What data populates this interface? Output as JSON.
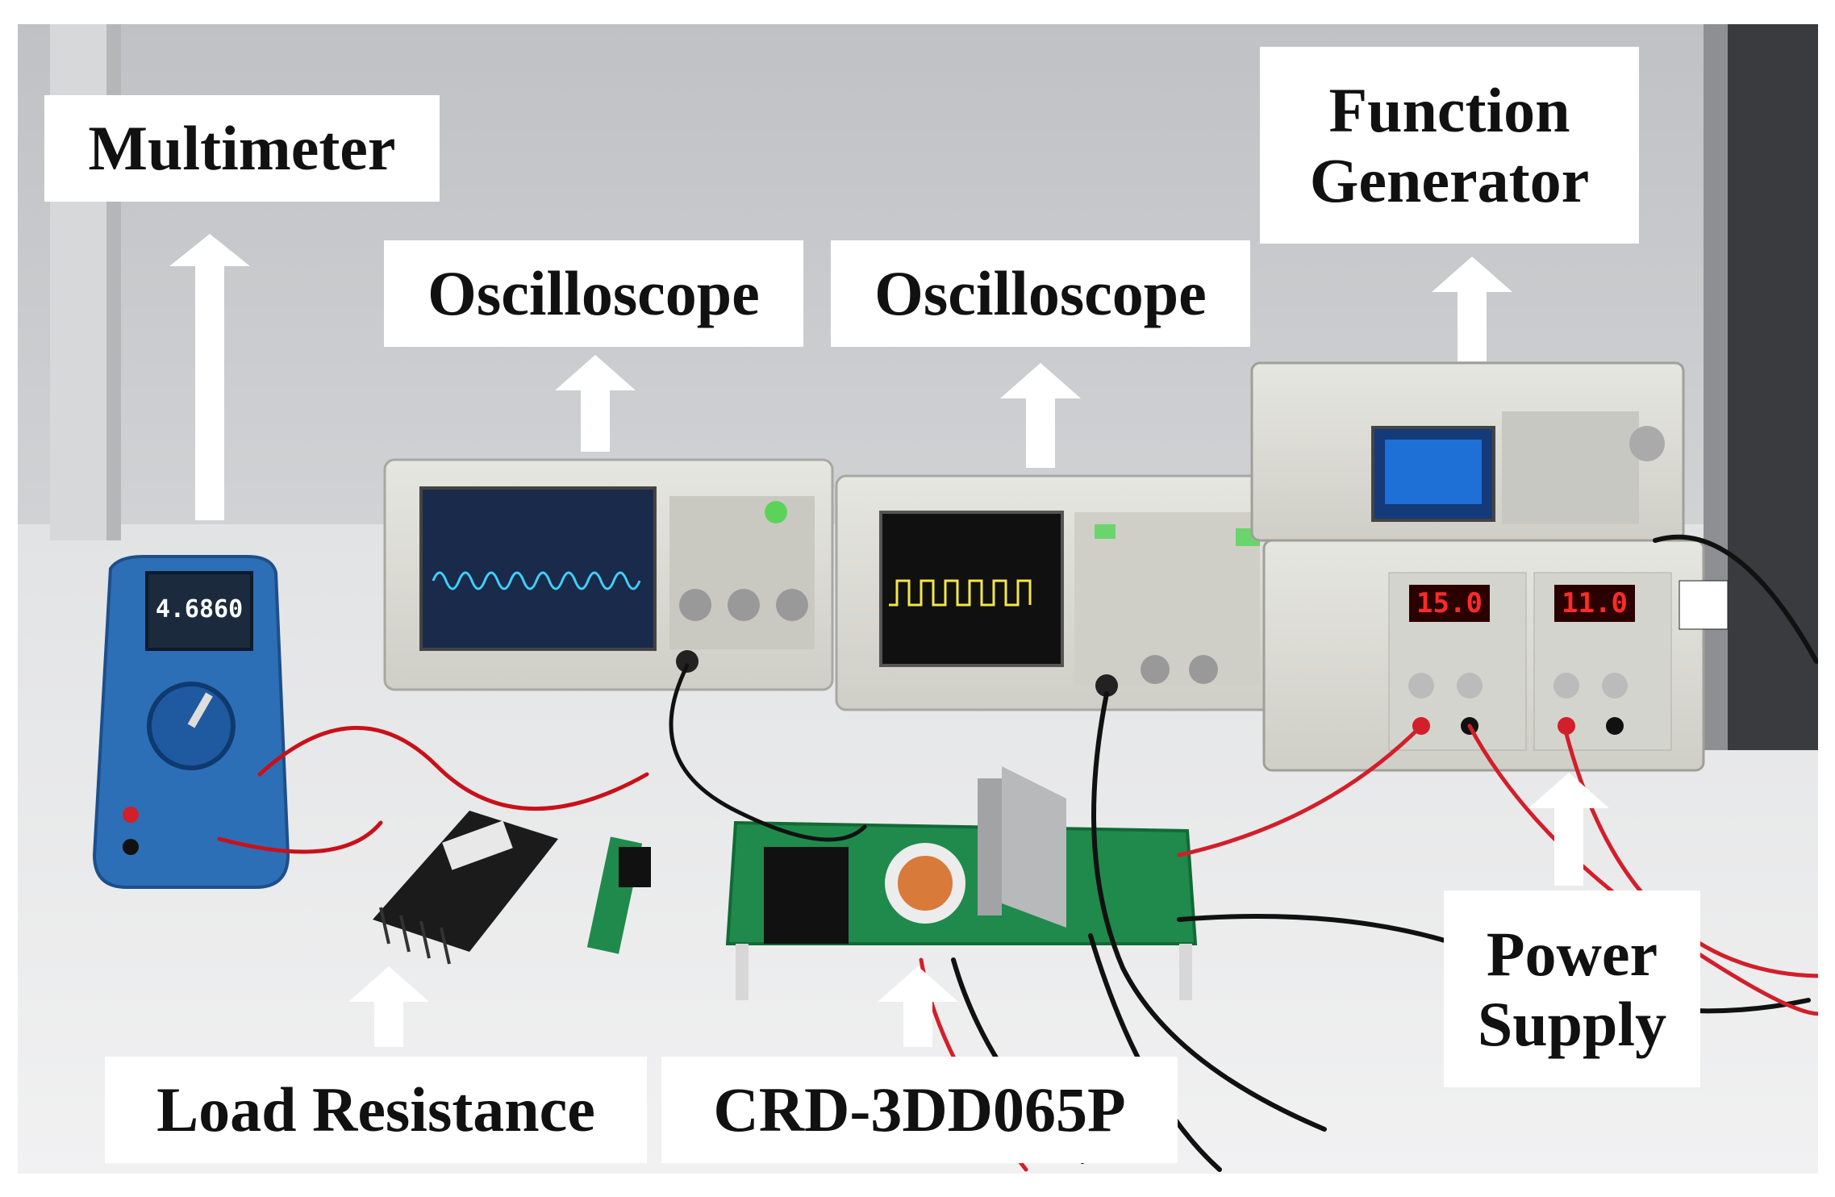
{
  "labels": {
    "multimeter": "Multimeter",
    "oscilloscope_1": "Oscilloscope",
    "oscilloscope_2": "Oscilloscope",
    "function_generator_line1": "Function",
    "function_generator_line2": "Generator",
    "power_supply_line1": "Power",
    "power_supply_line2": "Supply",
    "load_resistance": "Load Resistance",
    "board": "CRD-3DD065P"
  },
  "instrument_readouts": {
    "multimeter_display": "4.6860",
    "power_supply_ch1": "15.0",
    "power_supply_ch2": "11.0"
  },
  "colors": {
    "wall": "#c9cacc",
    "bench": "#e9e9ea",
    "pcb": "#1f8a4c",
    "multimeter_body": "#2d6fb6",
    "instrument_body": "#dcdcd6",
    "label_background": "#ffffff",
    "arrow": "#ffffff"
  }
}
